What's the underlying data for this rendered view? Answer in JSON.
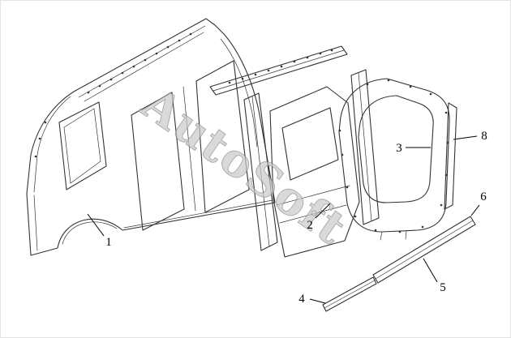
{
  "colors": {
    "line-color": "#333333",
    "watermark-fill": "#c9c9c9",
    "watermark-stroke": "#8d8d8d"
  },
  "diagram": {
    "watermark": "AutoSoft",
    "callouts": [
      "1",
      "2",
      "3",
      "4",
      "5",
      "6",
      "8"
    ]
  }
}
